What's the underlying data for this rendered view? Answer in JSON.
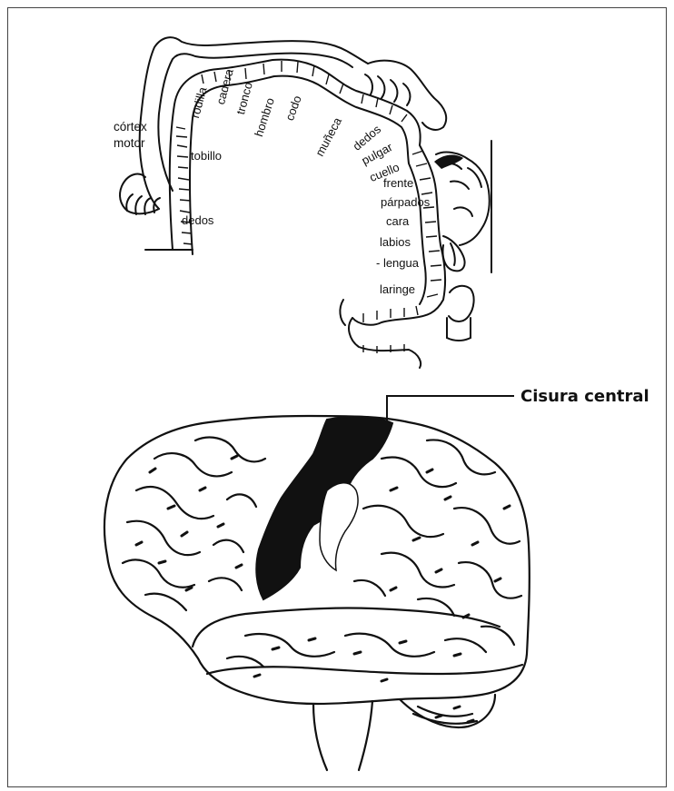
{
  "labels": {
    "cortex_motor_line1": "córtex",
    "cortex_motor_line2": "motor",
    "central_sulcus": "Cisura central"
  },
  "homunculus_parts": {
    "rodilla": "rodilla",
    "cadera": "cadera",
    "tronco": "tronco",
    "hombro": "hombro",
    "codo": "codo",
    "muneca": "muñeca",
    "dedos_hand": "dedos",
    "pulgar": "pulgar",
    "cuello": "cuello",
    "tobillo": "tobillo",
    "frente": "frente",
    "parpados": "párpados",
    "cara": "cara",
    "labios": "labios",
    "lengua": "- lengua",
    "laringe": "laringe",
    "dedos_foot": "dedos"
  },
  "colors": {
    "ink": "#111111",
    "paper": "#ffffff",
    "frame": "#444444"
  }
}
